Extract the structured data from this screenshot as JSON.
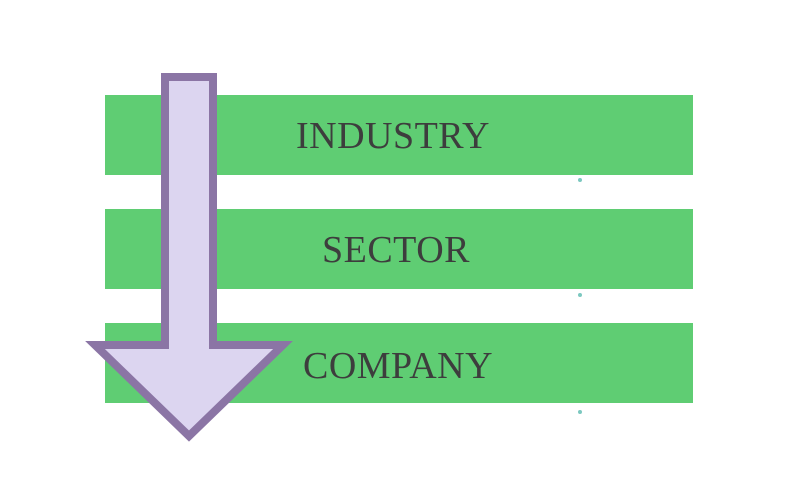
{
  "diagram": {
    "levels": [
      {
        "label": "INDUSTRY"
      },
      {
        "label": "SECTOR"
      },
      {
        "label": "COMPANY"
      }
    ],
    "arrow_direction": "down"
  },
  "colors": {
    "band_fill": "#5fcd73",
    "label_text": "#3d3d3d",
    "arrow_fill": "#dcd5f0",
    "arrow_stroke": "#8b75a5",
    "marker_dot": "#7cc8c0"
  }
}
